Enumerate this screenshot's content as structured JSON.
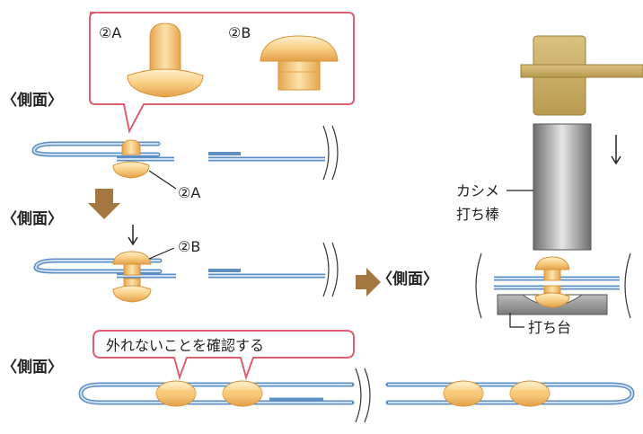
{
  "labels": {
    "side_view_1": "〈側面〉",
    "side_view_2": "〈側面〉",
    "side_view_3": "〈側面〉",
    "side_view_4": "〈側面〉",
    "part_2a_callout": "②A",
    "part_2b_callout": "②B",
    "part_2a_pointer": "②A",
    "part_2b_pointer": "②B",
    "kashime_line1": "カシメ",
    "kashime_line2": "打ち棒",
    "uchidai": "打ち台",
    "confirm_note": "外れないことを確認する"
  },
  "colors": {
    "strap_outline": "#5e8fc4",
    "strap_fill": "#cfe0f3",
    "rivet_light": "#fde7b7",
    "rivet_dark": "#e9a84a",
    "callout_border": "#dc6070",
    "arrow_brown": "#a3773f",
    "hammer_head": "#c9b16e",
    "punch_gray": "#8b8b8b",
    "anvil_gray": "#7a7a7a"
  }
}
